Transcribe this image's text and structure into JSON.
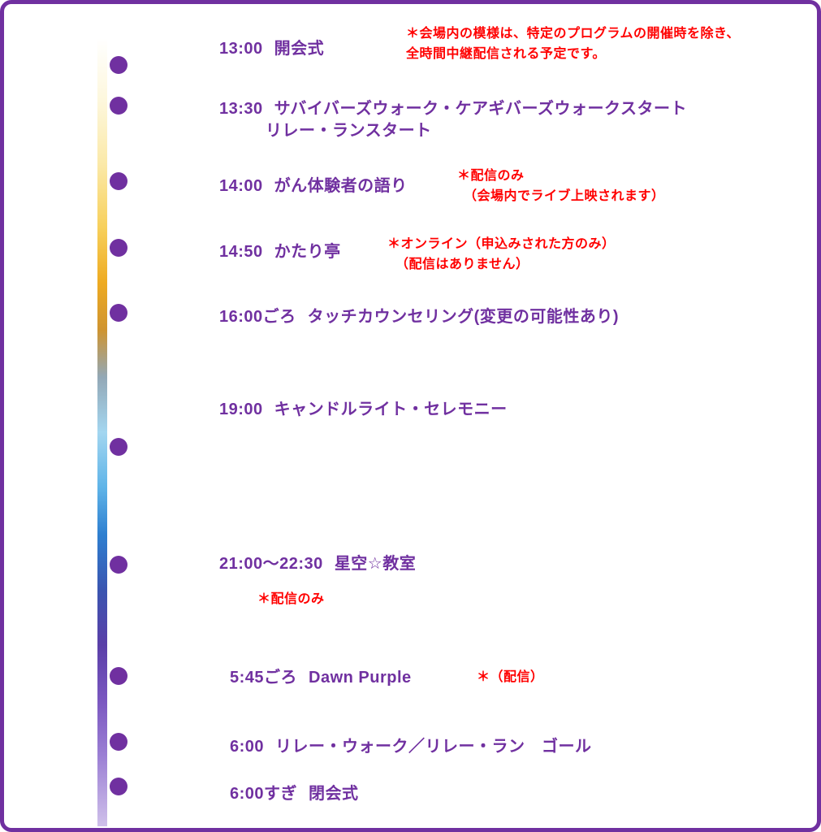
{
  "colors": {
    "event_text": "#7030a0",
    "note_text": "#ff0000",
    "dot": "#7030a0",
    "border": "#7030a0",
    "bg": "#ffffff"
  },
  "broadcast_note": {
    "line1": "＊会場内の模様は、特定のプログラムの開催時を除き、",
    "line2": "全時間中継配信される予定です。"
  },
  "events": {
    "opening": {
      "time": "13:00",
      "title": "開会式"
    },
    "walk_start": {
      "time": "13:30",
      "title": "サバイバーズウォーク・ケアギバーズウォークスタート",
      "subtitle": "リレー・ランスタート"
    },
    "survivor_talk": {
      "time": "14:00",
      "title": "がん体験者の語り",
      "note1": "＊配信のみ",
      "note2": "（会場内でライブ上映されます）"
    },
    "katari_tei": {
      "time": "14:50",
      "title": "かたり亭",
      "note1": "＊オンライン（申込みされた方のみ）",
      "note2": "（配信はありません）"
    },
    "touch": {
      "time": "16:00ごろ",
      "title": "タッチカウンセリング(変更の可能性あり)"
    },
    "candle": {
      "time": "19:00",
      "title": "キャンドルライト・セレモニー"
    },
    "stars": {
      "time": "21:00～22:30",
      "title": "星空☆教室",
      "note1": "＊配信のみ"
    },
    "dawn_purple": {
      "time": "5:45ごろ",
      "title": "Dawn Purple",
      "note1": "＊（配信）"
    },
    "goal": {
      "time": "6:00",
      "title": "リレー・ウォーク／リレー・ラン　ゴール"
    },
    "closing": {
      "time": "6:00すぎ",
      "title": "閉会式"
    }
  }
}
